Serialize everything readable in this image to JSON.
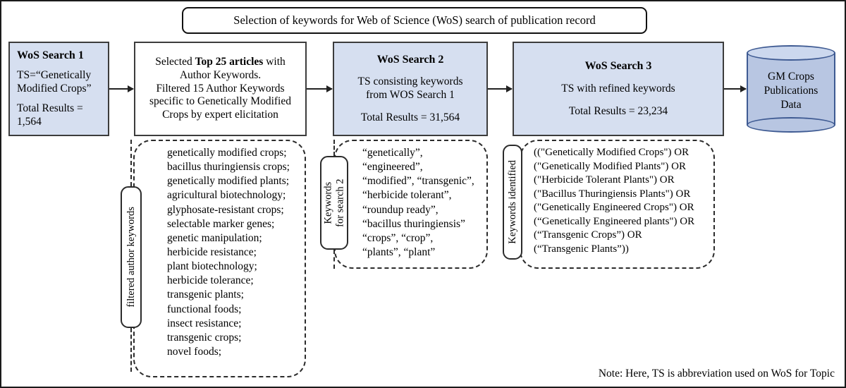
{
  "title_banner": {
    "text": "Selection of keywords for Web of Science (WoS) search of publication record"
  },
  "boxes": {
    "search1": {
      "header": "WoS Search 1",
      "line1": "TS=“Genetically",
      "line2": "Modified Crops”",
      "line3": "Total Results =",
      "line4": "1,564"
    },
    "filtering": {
      "line1_a": "Selected ",
      "line1_b": "Top 25 articles",
      "line1_c": " with",
      "line2": "Author Keywords.",
      "line3": "Filtered 15 Author Keywords",
      "line4": "specific to Genetically Modified",
      "line5": "Crops by expert elicitation"
    },
    "search2": {
      "header": "WoS Search 2",
      "line1": "TS consisting keywords",
      "line2": "from WOS Search 1",
      "line3": "Total Results = 31,564"
    },
    "search3": {
      "header": "WoS Search 3",
      "line1": "TS with refined keywords",
      "line2": "Total Results = 23,234"
    },
    "database": {
      "line1": "GM Crops",
      "line2": "Publications",
      "line3": "Data"
    }
  },
  "side_labels": {
    "filtered_author_keywords": "filtered author keywords",
    "keywords_for_search2_line1": "Keywords",
    "keywords_for_search2_line2": "for search 2",
    "keywords_identified": "Keywords identified"
  },
  "panels": {
    "author_keywords": [
      "genetically modified crops;",
      "bacillus thuringiensis crops;",
      "genetically modified plants;",
      "agricultural biotechnology;",
      "glyphosate-resistant crops;",
      "selectable marker genes;",
      "genetic manipulation;",
      "herbicide resistance;",
      "plant biotechnology;",
      "herbicide tolerance;",
      "transgenic plants;",
      "functional foods;",
      "insect resistance;",
      "transgenic crops;",
      "novel foods;"
    ],
    "search2_keywords": [
      "“genetically”,",
      "“engineered”,",
      "“modified”, “transgenic”,",
      "“herbicide tolerant”,",
      "“roundup ready”,",
      "“bacillus thuringiensis”",
      "“crops”, “crop”,",
      "“plants”, “plant”"
    ],
    "identified_keywords": [
      "((\"Genetically Modified Crops\") OR",
      "(\"Genetically Modified Plants\") OR",
      "(\"Herbicide Tolerant Plants\") OR",
      "(\"Bacillus Thuringiensis Plants\") OR",
      "(\"Genetically Engineered Crops\") OR",
      "(“Genetically Engineered plants\") OR",
      "(“Transgenic Crops”) OR",
      "(“Transgenic Plants”))"
    ]
  },
  "note": "Note: Here, TS is abbreviation used on WoS for Topic",
  "colors": {
    "box_fill_blue": "#d6dff0",
    "cylinder_fill": "#b8c6e2",
    "cylinder_stroke": "#3e5a92",
    "border": "#3c3c3c"
  }
}
